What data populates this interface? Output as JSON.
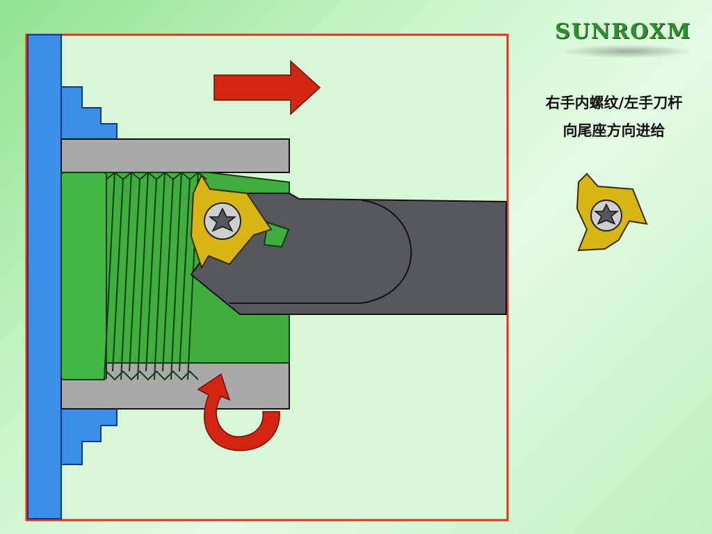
{
  "logo": {
    "text": "SUNROXM"
  },
  "caption": {
    "line1": "右手内螺纹/左手刀杆",
    "line2": "向尾座方向进给"
  },
  "colors": {
    "frame": "#e0321e",
    "chuck": "#3b8fe6",
    "workpiece": "#3fae3f",
    "bore_wall": "#a9a9a9",
    "tool_bar": "#55585d",
    "insert": "#d9b514",
    "arrow": "#d42412"
  },
  "icons": {
    "feed_arrow": "arrow-right-icon",
    "rotation_arrow": "rotation-arrow-icon",
    "insert_screw": "torx-screw-icon"
  }
}
